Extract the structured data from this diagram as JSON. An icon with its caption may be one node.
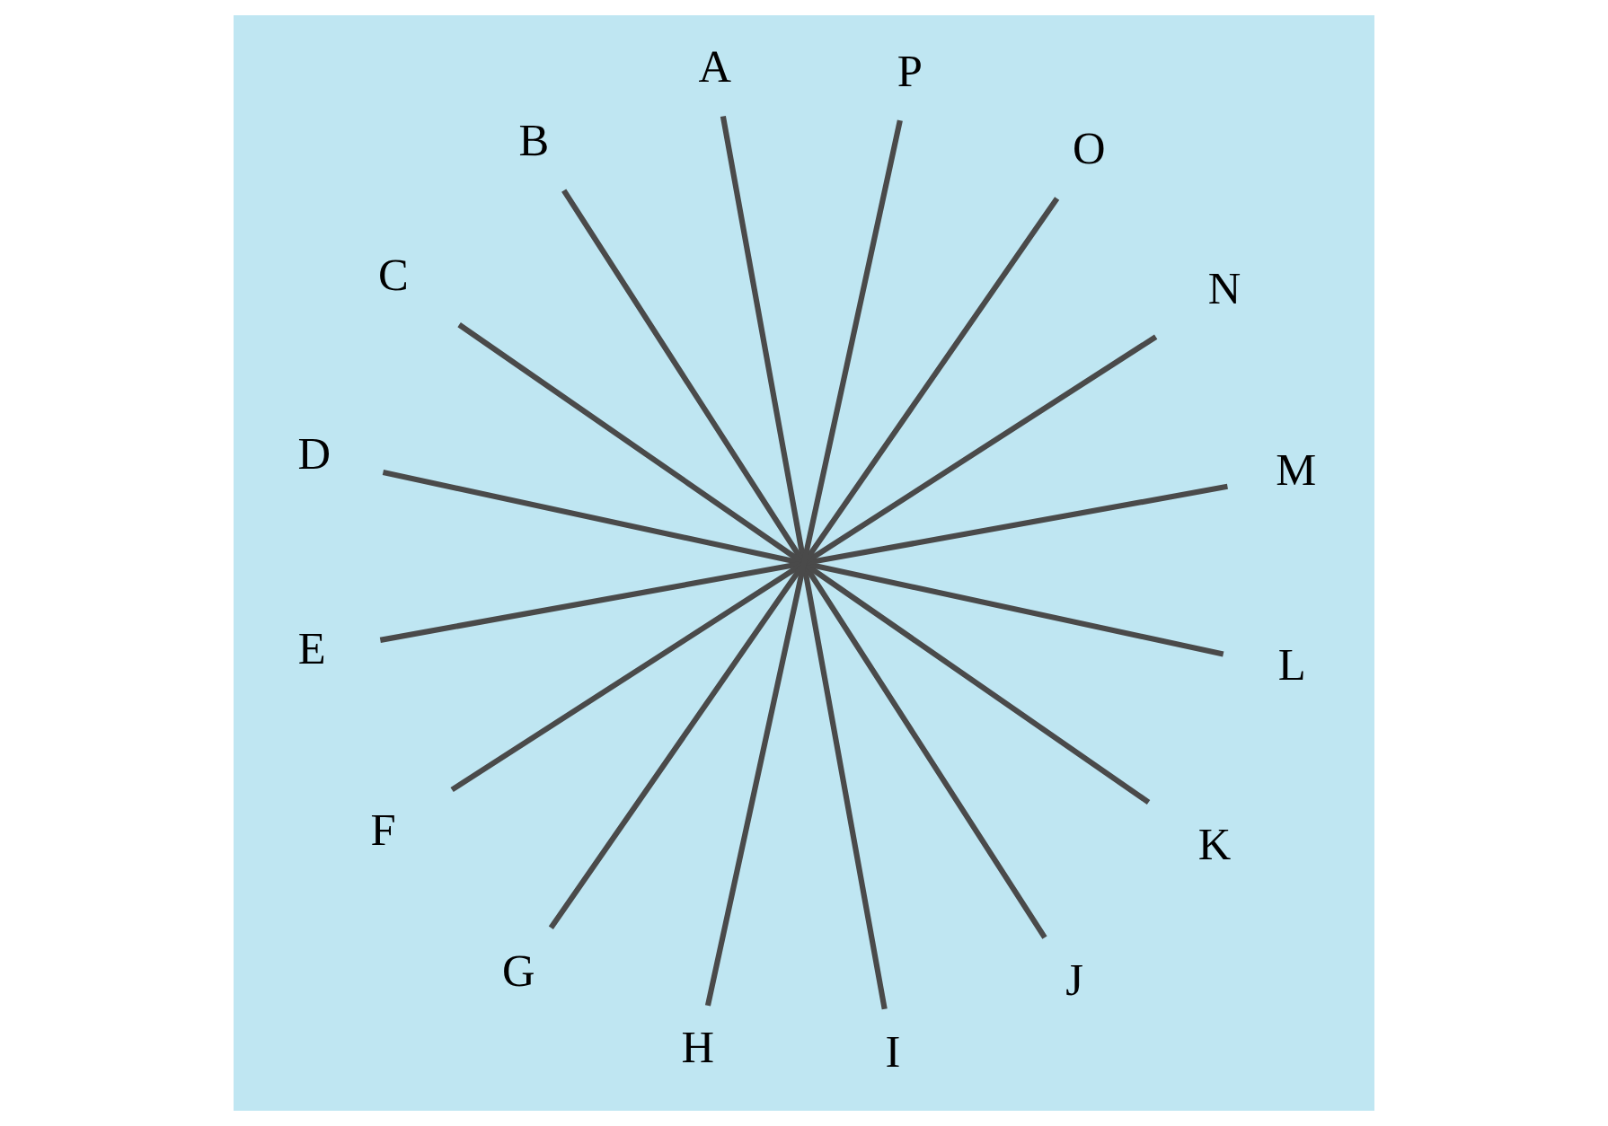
{
  "diagram": {
    "nodes": [
      {
        "text": [
          "A"
        ]
      },
      {
        "text": [
          "B"
        ]
      },
      {
        "text": [
          "C"
        ]
      },
      {
        "text": [
          "D"
        ]
      },
      {
        "text": [
          "E"
        ]
      },
      {
        "text": [
          "F"
        ]
      },
      {
        "text": [
          "G"
        ]
      },
      {
        "text": [
          "H"
        ]
      },
      {
        "text": [
          "I"
        ]
      },
      {
        "text": [
          "J"
        ]
      },
      {
        "text": [
          "K"
        ]
      },
      {
        "text": [
          "L"
        ]
      },
      {
        "text": [
          "M"
        ]
      },
      {
        "text": [
          "N"
        ]
      },
      {
        "text": [
          "O"
        ]
      },
      {
        "text": [
          "P"
        ]
      }
    ],
    "edges": [
      {
        "from": 0,
        "to": 8,
        "arrow": "none"
      },
      {
        "from": 1,
        "to": 9,
        "arrow": "none"
      },
      {
        "from": 2,
        "to": 10,
        "arrow": "none"
      },
      {
        "from": 3,
        "to": 11,
        "arrow": "none"
      },
      {
        "from": 4,
        "to": 12,
        "arrow": "none"
      },
      {
        "from": 5,
        "to": 13,
        "arrow": "none"
      },
      {
        "from": 6,
        "to": 14,
        "arrow": "none"
      },
      {
        "from": 7,
        "to": 15,
        "arrow": "none"
      }
    ]
  }
}
